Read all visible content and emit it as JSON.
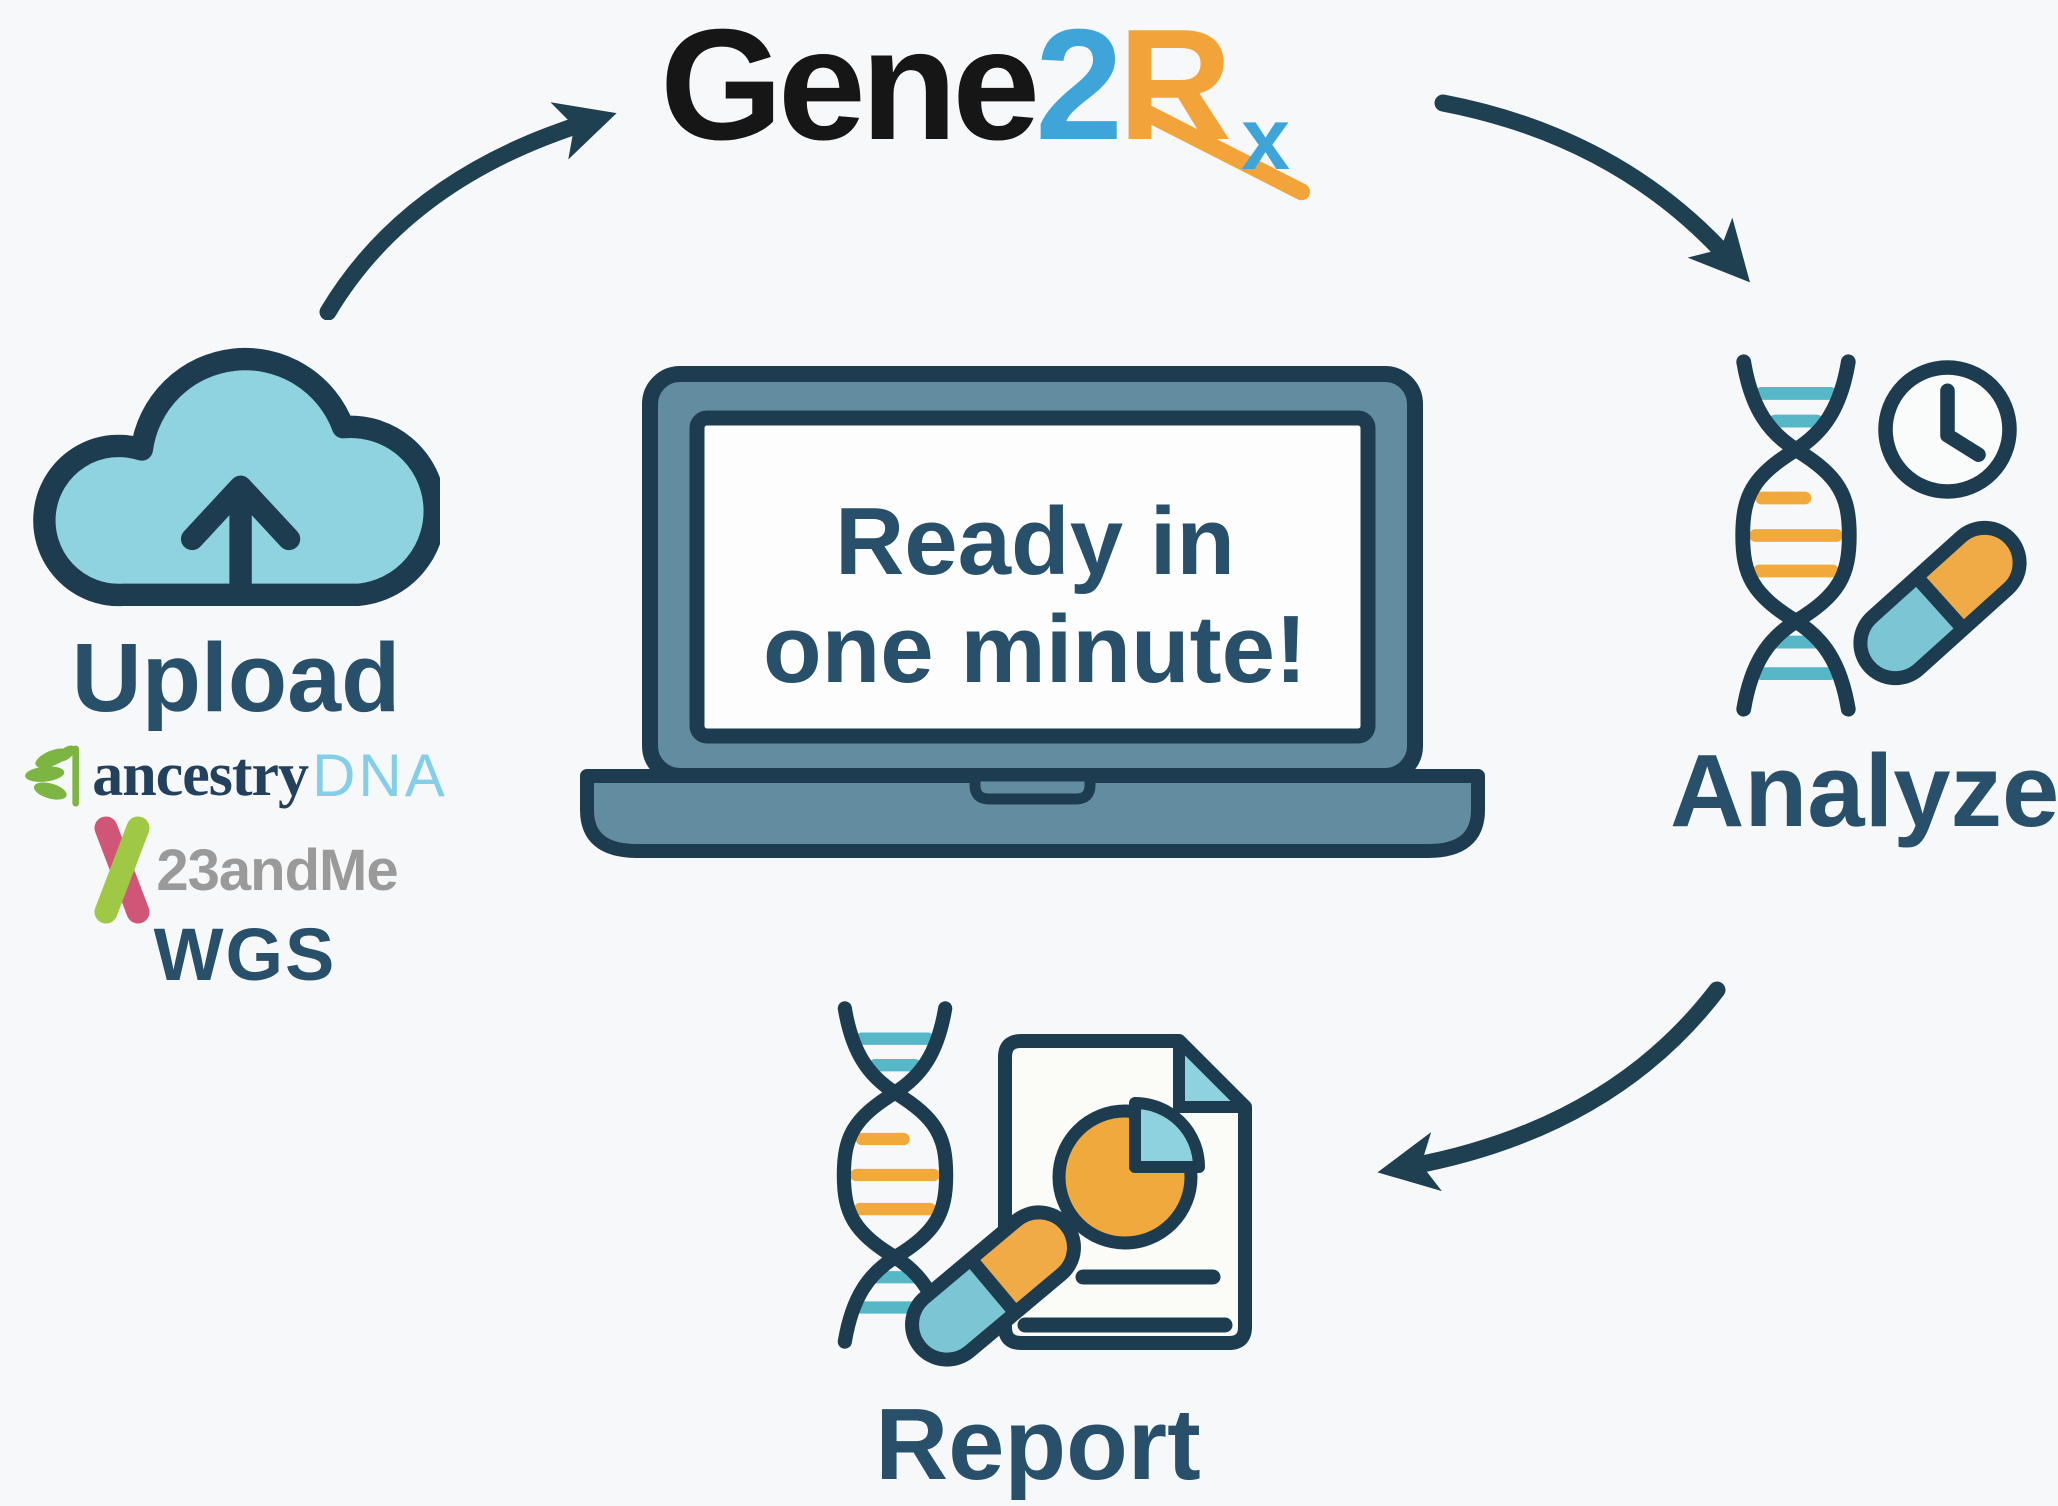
{
  "background_color": "#f7f8f9",
  "logo": {
    "gene": "Gene",
    "two": "2",
    "r": "R",
    "x": "x"
  },
  "logo_colors": {
    "gene": "#161616",
    "two": "#3fa5d8",
    "r": "#f2a43b",
    "x": "#3fa5d8"
  },
  "laptop_screen": {
    "line1": "Ready in",
    "line2": "one minute!"
  },
  "steps": {
    "upload": {
      "label": "Upload"
    },
    "analyze": {
      "label": "Analyze"
    },
    "report": {
      "label": "Report"
    }
  },
  "upload_sources": {
    "ancestry": {
      "name": "ancestry",
      "suffix": "DNA"
    },
    "twentythree_and_me": {
      "name": "23andMe"
    },
    "wgs": {
      "name": "WGS"
    }
  },
  "icons": {
    "cloud_upload": "cloud-upload-icon",
    "ancestry_leaf": "ancestry-leaf-icon",
    "chromosome_x": "chromosome-x-icon",
    "laptop": "laptop-icon",
    "dna_helix": "dna-helix-icon",
    "clock": "clock-icon",
    "pill_capsule": "pill-capsule-icon",
    "report_document": "document-icon",
    "pie_chart": "pie-chart-icon",
    "flow_arrow": "curved-arrow-icon"
  },
  "colors": {
    "outline_navy": "#1e3c4f",
    "arrow_navy": "#1f4051",
    "label_teal": "#29506a",
    "cloud_blue": "#8fd2e0",
    "laptop_slate": "#628ca0",
    "rung_teal": "#56b8c7",
    "rung_orange": "#f2a93b",
    "pill_blue": "#7cc5d4",
    "pill_orange": "#f0ab47",
    "pie_orange": "#f0a93c",
    "pie_wedge_blue": "#8ed1df",
    "document_fill": "#fbfbf8",
    "ancestry_green": "#7cb542",
    "ancestry_text_navy": "#23405c",
    "ancestry_dna_blue": "#85cee8",
    "me23_pink": "#d05678",
    "me23_green": "#9fc845",
    "me23_gray": "#9a9a9a"
  }
}
